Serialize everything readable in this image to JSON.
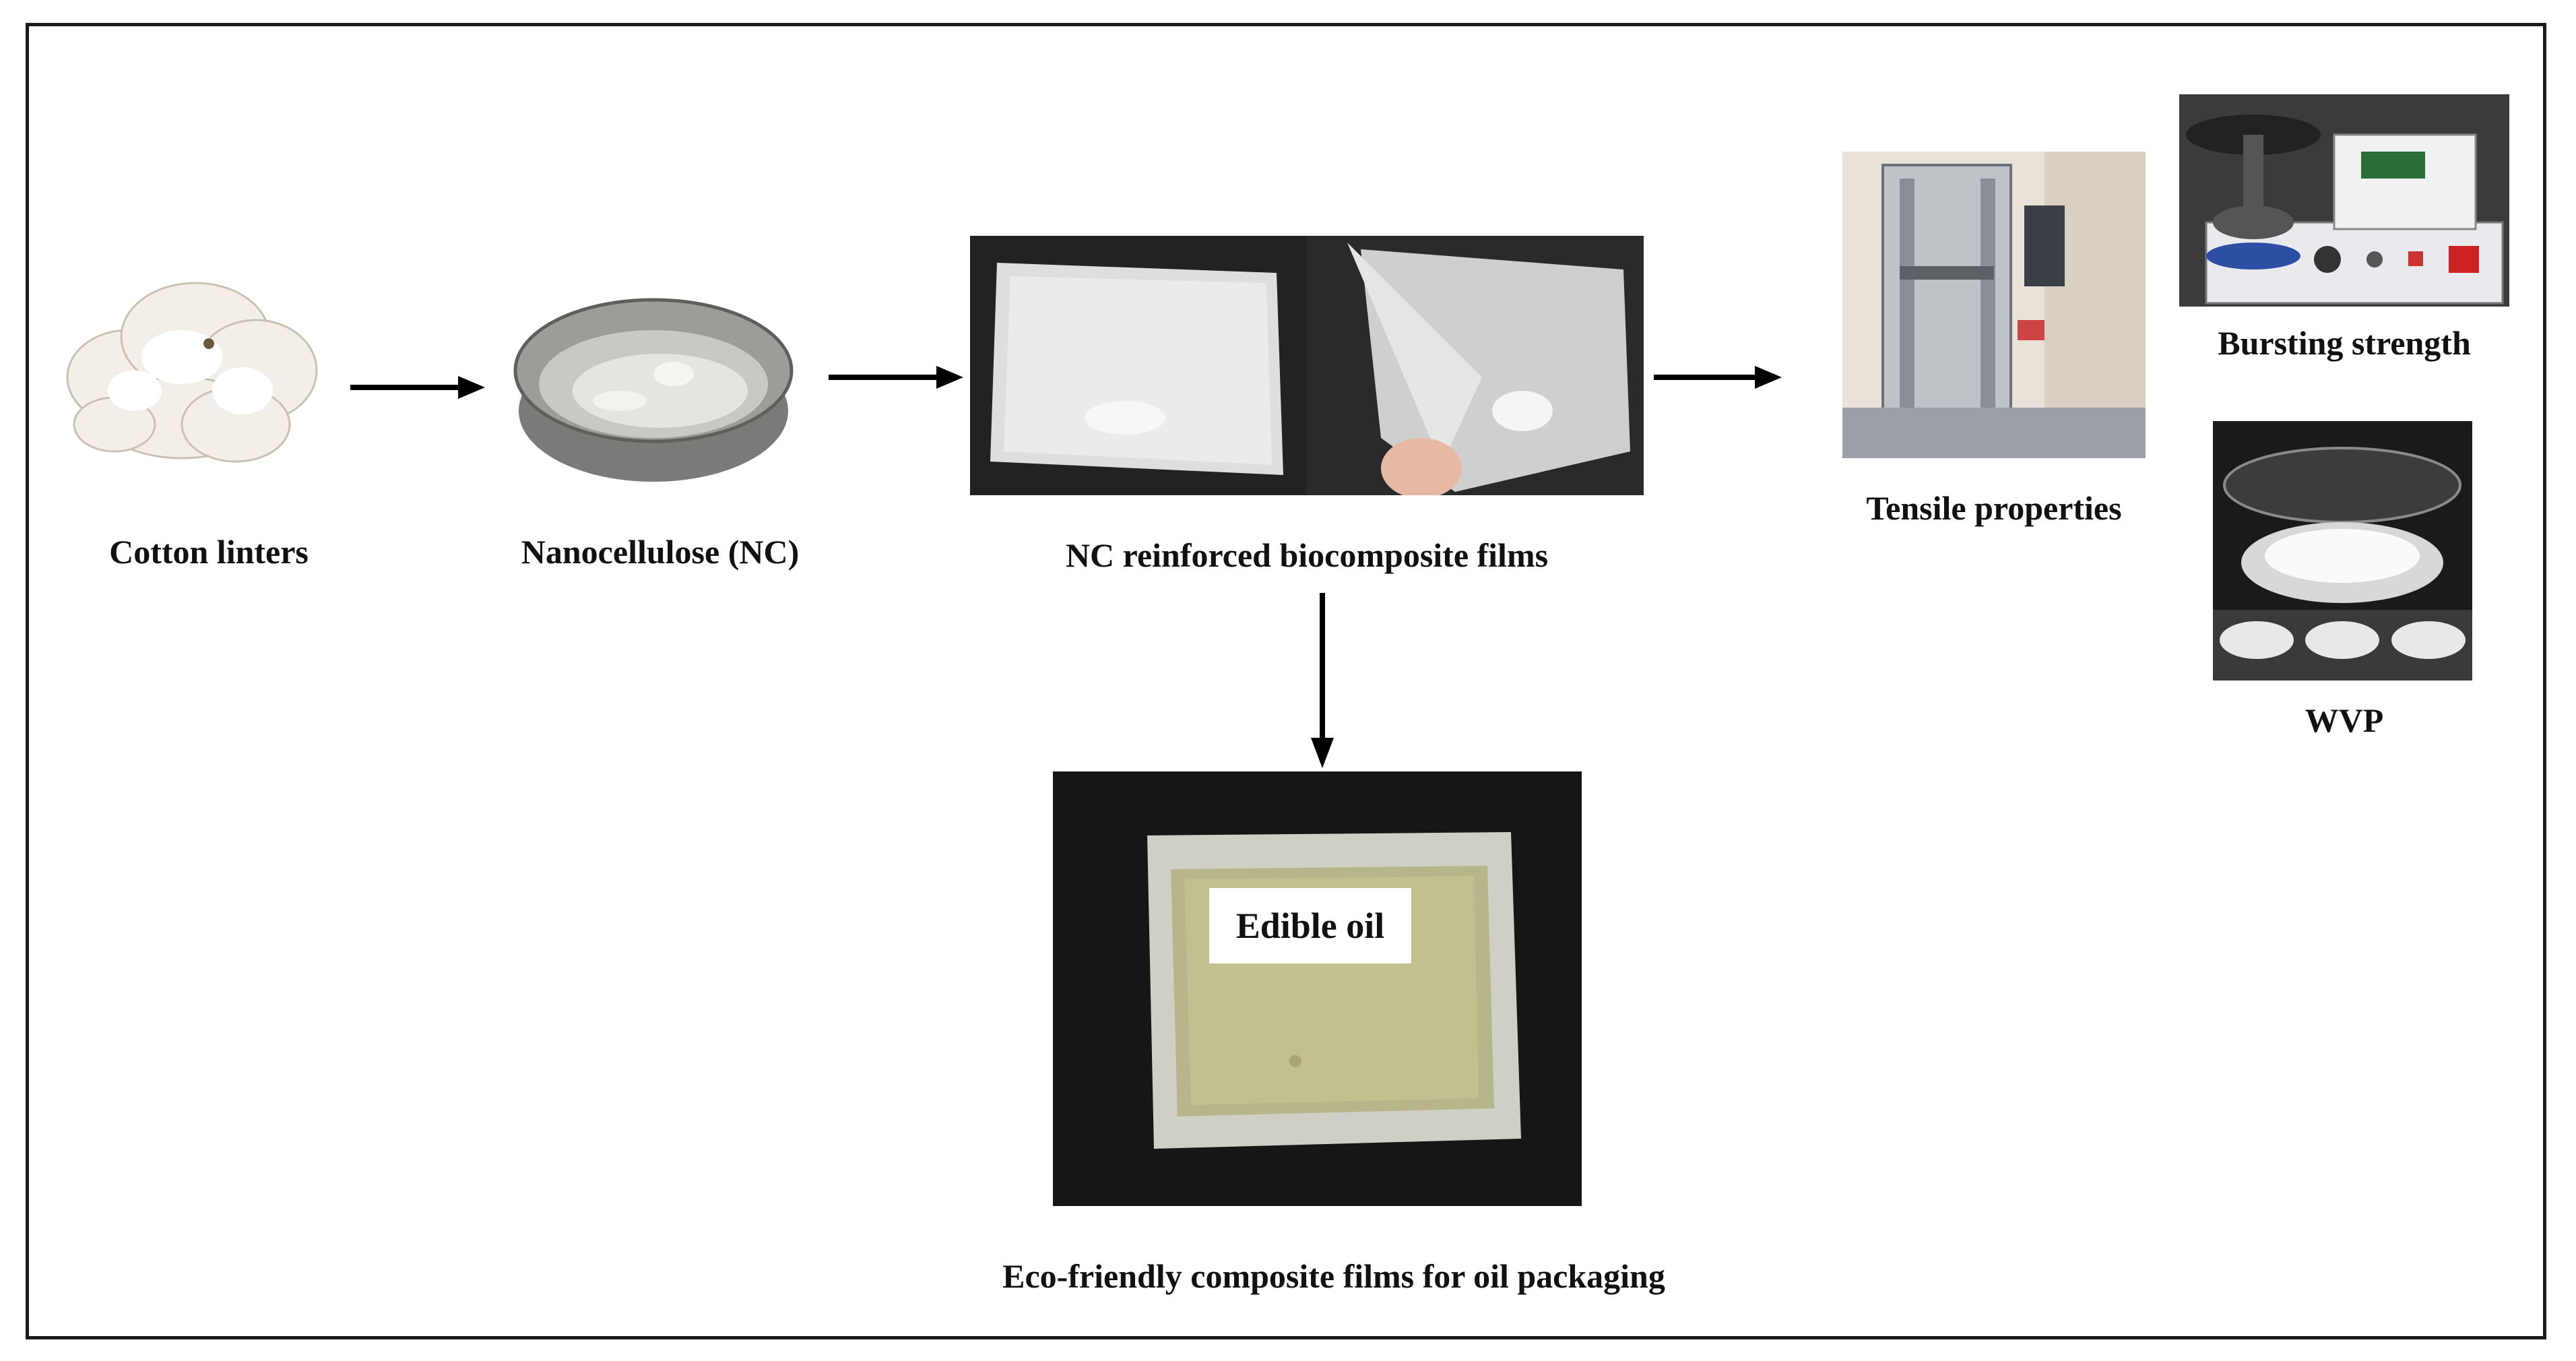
{
  "diagram": {
    "nodes": {
      "cotton": {
        "label": "Cotton linters"
      },
      "nanocellulose": {
        "label": "Nanocellulose (NC)"
      },
      "films": {
        "label": "NC reinforced biocomposite films"
      },
      "tensile": {
        "label": "Tensile properties"
      },
      "bursting": {
        "label": "Bursting strength"
      },
      "wvp": {
        "label": "WVP"
      },
      "packaging": {
        "label": "Eco-friendly composite films for oil packaging",
        "pouch_label": "Edible oil"
      }
    },
    "edges": [
      {
        "from": "cotton",
        "to": "nanocellulose"
      },
      {
        "from": "nanocellulose",
        "to": "films"
      },
      {
        "from": "films",
        "to": "tensile"
      },
      {
        "from": "films",
        "to": "packaging"
      }
    ]
  }
}
